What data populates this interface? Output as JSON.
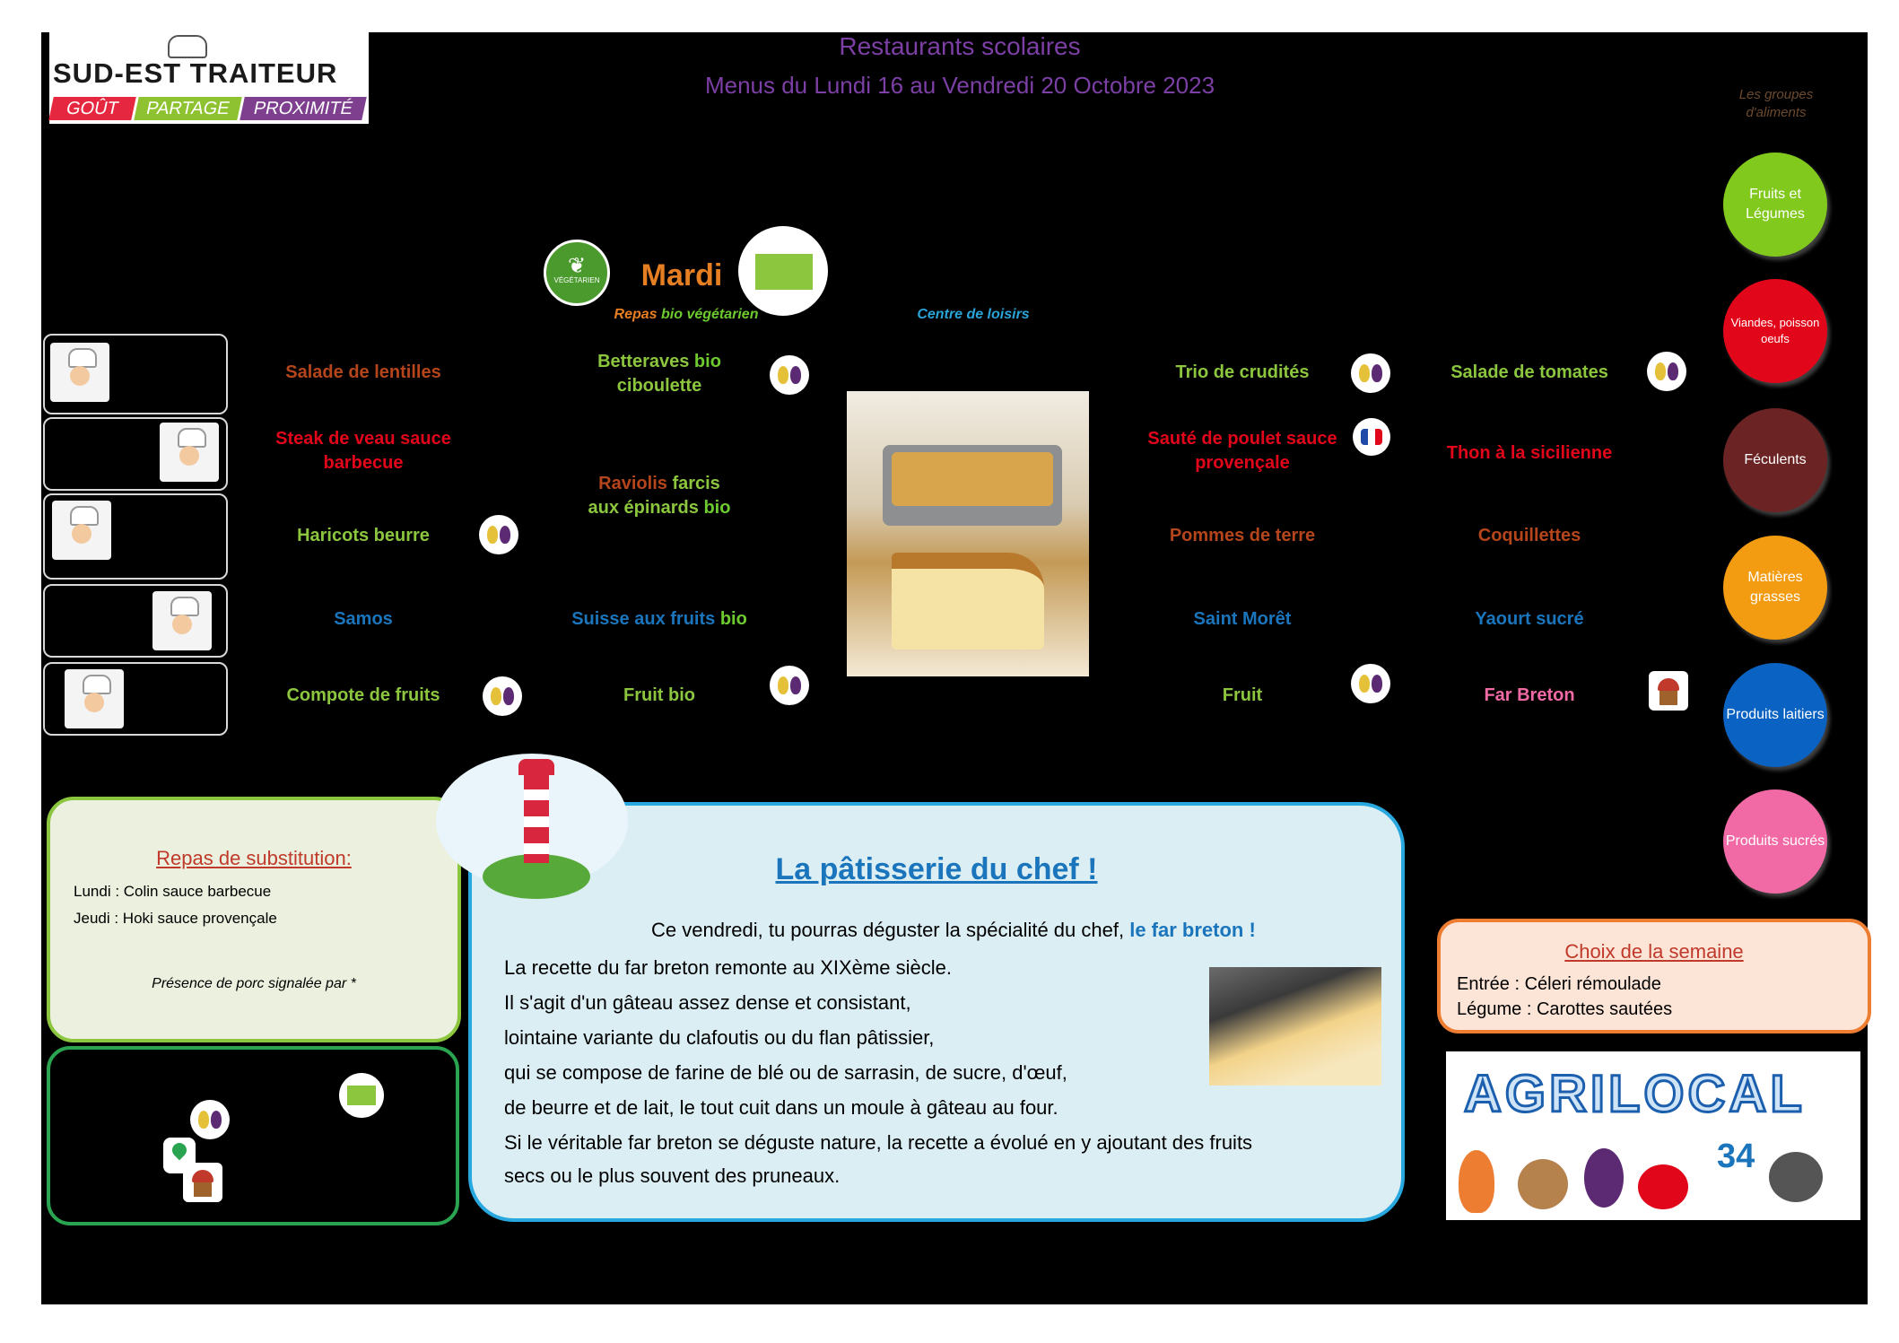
{
  "header": {
    "logo_brand": "SUD-EST TRAITEUR",
    "logo_tags": [
      "GOÛT",
      "PARTAGE",
      "PROXIMITÉ"
    ],
    "title": "Restaurants scolaires",
    "subtitle": "Menus du Lundi 16 au Vendredi 20 Octobre 2023"
  },
  "legend": {
    "title": "Les groupes d'aliments",
    "groups": [
      {
        "label": "Fruits et Légumes",
        "color": "#82c91e"
      },
      {
        "label": "Viandes, poisson oeufs",
        "color": "#e2061a"
      },
      {
        "label": "Féculents",
        "color": "#6b2323"
      },
      {
        "label": "Matières grasses",
        "color": "#f39c12"
      },
      {
        "label": "Produits laitiers",
        "color": "#0a62c2"
      },
      {
        "label": "Produits sucrés",
        "color": "#f26aa5"
      }
    ]
  },
  "days": {
    "mardi_label": "Mardi",
    "mardi_sub_repas": "Repas",
    "mardi_sub_bio": "bio végétarien",
    "veg_badge": "VÉGÉTARIEN",
    "centre_loisirs": "Centre de loisirs"
  },
  "menu": {
    "lundi": {
      "entree": "Salade de lentilles",
      "plat": "Steak de veau sauce barbecue",
      "legume": "Haricots beurre",
      "laitier": "Samos",
      "dessert": "Compote de fruits"
    },
    "mardi": {
      "entree_a": "Betteraves",
      "entree_b": "bio",
      "entree_c": "ciboulette",
      "plat_a": "Raviolis",
      "plat_b": "farcis",
      "plat_c": "aux épinards",
      "plat_d": "bio",
      "laitier_a": "Suisse aux fruits",
      "laitier_b": "bio",
      "dessert_a": "Fruit",
      "dessert_b": "bio"
    },
    "jeudi": {
      "entree": "Trio de crudités",
      "plat": "Sauté de poulet sauce provençale",
      "legume": "Pommes de terre",
      "laitier": "Saint Morêt",
      "dessert": "Fruit"
    },
    "vendredi": {
      "entree": "Salade de tomates",
      "plat": "Thon à la sicilienne",
      "legume": "Coquillettes",
      "laitier": "Yaourt sucré",
      "dessert": "Far Breton"
    }
  },
  "substitution": {
    "title": "Repas de substitution:",
    "lundi": "Lundi : Colin sauce barbecue",
    "jeudi": "Jeudi : Hoki sauce provençale",
    "porc": "Présence de porc signalée par *"
  },
  "patisserie": {
    "title": "La pâtisserie du chef !",
    "intro": "Ce vendredi, tu pourras déguster la spécialité du chef,",
    "intro_highlight": "le far breton !",
    "lines": [
      "La recette du far breton remonte au XIXème siècle.",
      "Il s'agit d'un gâteau assez dense et consistant,",
      "lointaine variante du clafoutis ou du flan pâtissier,",
      "qui se compose de farine de blé ou de sarrasin, de sucre, d'œuf,",
      "de beurre et de lait, le tout cuit dans un moule à gâteau au four.",
      "Si le véritable far breton se déguste nature, la recette a évolué en y ajoutant des fruits",
      "secs ou le plus souvent des pruneaux."
    ]
  },
  "choix": {
    "title": "Choix de la semaine",
    "entree": "Entrée : Céleri rémoulade",
    "legume": "Légume : Carottes sautées"
  },
  "agrilocal": {
    "text": "AGRILOCAL",
    "number": "34"
  }
}
